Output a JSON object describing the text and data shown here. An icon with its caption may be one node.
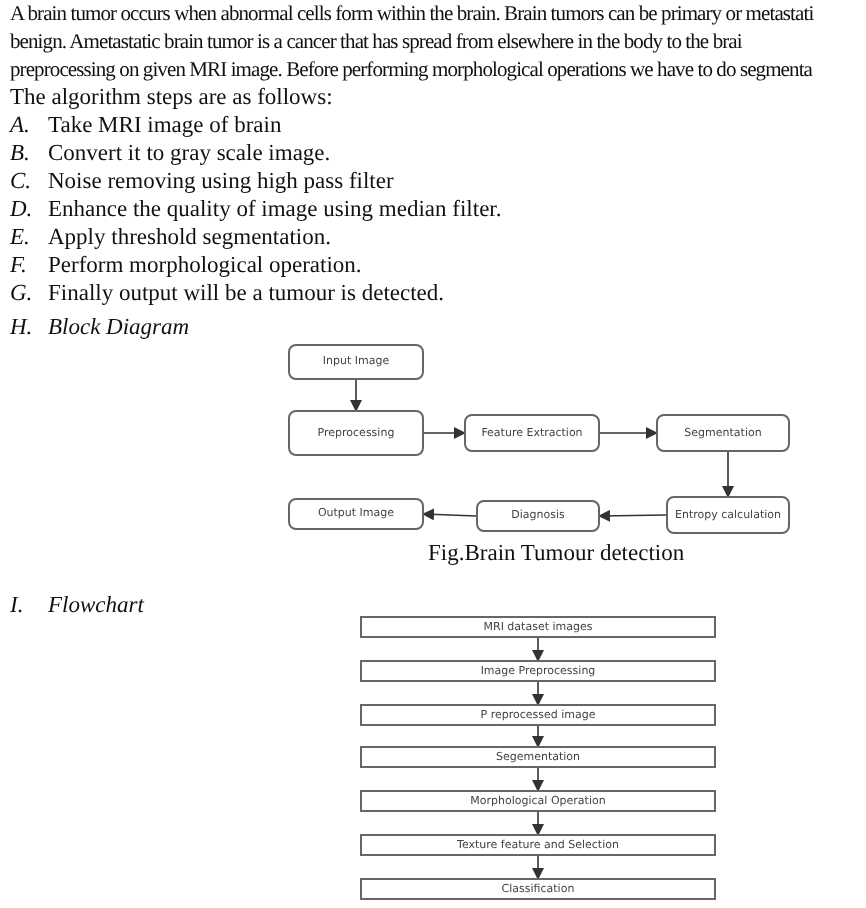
{
  "diagram": {
    "nodes": [
      {
        "text": [
          "Input Image"
        ]
      },
      {
        "text": [
          "Preprocessing"
        ]
      },
      {
        "text": [
          "Feature Extraction"
        ]
      },
      {
        "text": [
          "Segmentation"
        ]
      },
      {
        "text": [
          "Entropy calculation"
        ]
      },
      {
        "text": [
          "Diagnosis"
        ]
      },
      {
        "text": [
          "Output Image"
        ]
      },
      {
        "text": [
          "MRI dataset images"
        ]
      },
      {
        "text": [
          "Image Preprocessing"
        ]
      },
      {
        "text": [
          "P reprocessed image"
        ]
      },
      {
        "text": [
          "Segementation"
        ]
      },
      {
        "text": [
          "Morphological Operation"
        ]
      },
      {
        "text": [
          "Texture feature and Selection"
        ]
      },
      {
        "text": [
          "Classification"
        ]
      }
    ],
    "edges": [
      {
        "from": 0,
        "to": 1,
        "arrow": "to"
      },
      {
        "from": 1,
        "to": 2,
        "arrow": "to"
      },
      {
        "from": 2,
        "to": 3,
        "arrow": "to"
      },
      {
        "from": 3,
        "to": 4,
        "arrow": "to"
      },
      {
        "from": 4,
        "to": 5,
        "arrow": "to"
      },
      {
        "from": 5,
        "to": 6,
        "arrow": "to"
      },
      {
        "from": 7,
        "to": 8,
        "arrow": "to"
      },
      {
        "from": 8,
        "to": 9,
        "arrow": "to"
      },
      {
        "from": 9,
        "to": 10,
        "arrow": "to"
      },
      {
        "from": 10,
        "to": 11,
        "arrow": "to"
      },
      {
        "from": 11,
        "to": 12,
        "arrow": "to"
      },
      {
        "from": 12,
        "to": 13,
        "arrow": "to"
      }
    ],
    "labels": [
      "A brain tumor occurs when abnormal cells form within the brain. Brain tumors can be primary or metastati",
      "benign. Ametastatic brain tumor is a cancer that has spread from elsewhere in the body to the brai",
      "preprocessing on given MRI image. Before performing morphological operations we have to do segmenta",
      "The algorithm steps are as follows:",
      "A.",
      "Take MRI image of brain",
      "B.",
      "Convert it to gray scale image.",
      "C.",
      "Noise removing using high pass filter",
      "D.",
      "Enhance the quality of image using median filter.",
      "E.",
      "Apply threshold segmentation.",
      "F.",
      "Perform morphological operation.",
      "G.",
      "Finally output will be a tumour is detected.",
      "H.",
      "Block Diagram",
      "Fig.Brain Tumour detection",
      "I.",
      "Flowchart"
    ]
  }
}
